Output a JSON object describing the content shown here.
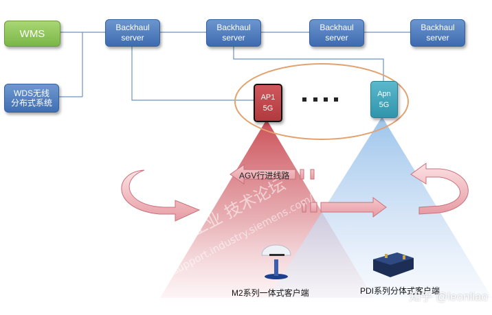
{
  "wms_label": "WMS",
  "wds_label_lines": [
    "WDS无线",
    "分布式系统"
  ],
  "backhaul_servers": [
    {
      "lines": [
        "Backhaul",
        "server"
      ]
    },
    {
      "lines": [
        "Backhaul",
        "server"
      ]
    },
    {
      "lines": [
        "Backhaul",
        "server"
      ]
    },
    {
      "lines": [
        "Backhaul",
        "server"
      ]
    }
  ],
  "ap1": {
    "name": "AP1",
    "band": "5G"
  },
  "apn": {
    "name": "Apn",
    "band": "5G"
  },
  "agv_route_label": "AGV行进线路",
  "m2_client_label": "M2系列一体式客户端",
  "pdi_client_label": "PDI系列分体式客户端",
  "watermark_brand": "知乎 @leonliao",
  "watermark_site": "support.industry.siemens.com/cs",
  "watermark_forum": "西门子工业  技术论坛",
  "colors": {
    "wms_green": "#7ab648",
    "box_blue": "#3e6bb0",
    "ap1_red": "#c0474b",
    "apn_teal": "#3aa3b8",
    "ellipse_orange": "#e3a16e",
    "beam_red": "#c8464e",
    "beam_blue": "#8cbbe8"
  },
  "icons": [
    "wireless-client-dome-icon",
    "industrial-client-box-icon",
    "rotation-arrow-icon",
    "ellipsis-dots-icon"
  ]
}
